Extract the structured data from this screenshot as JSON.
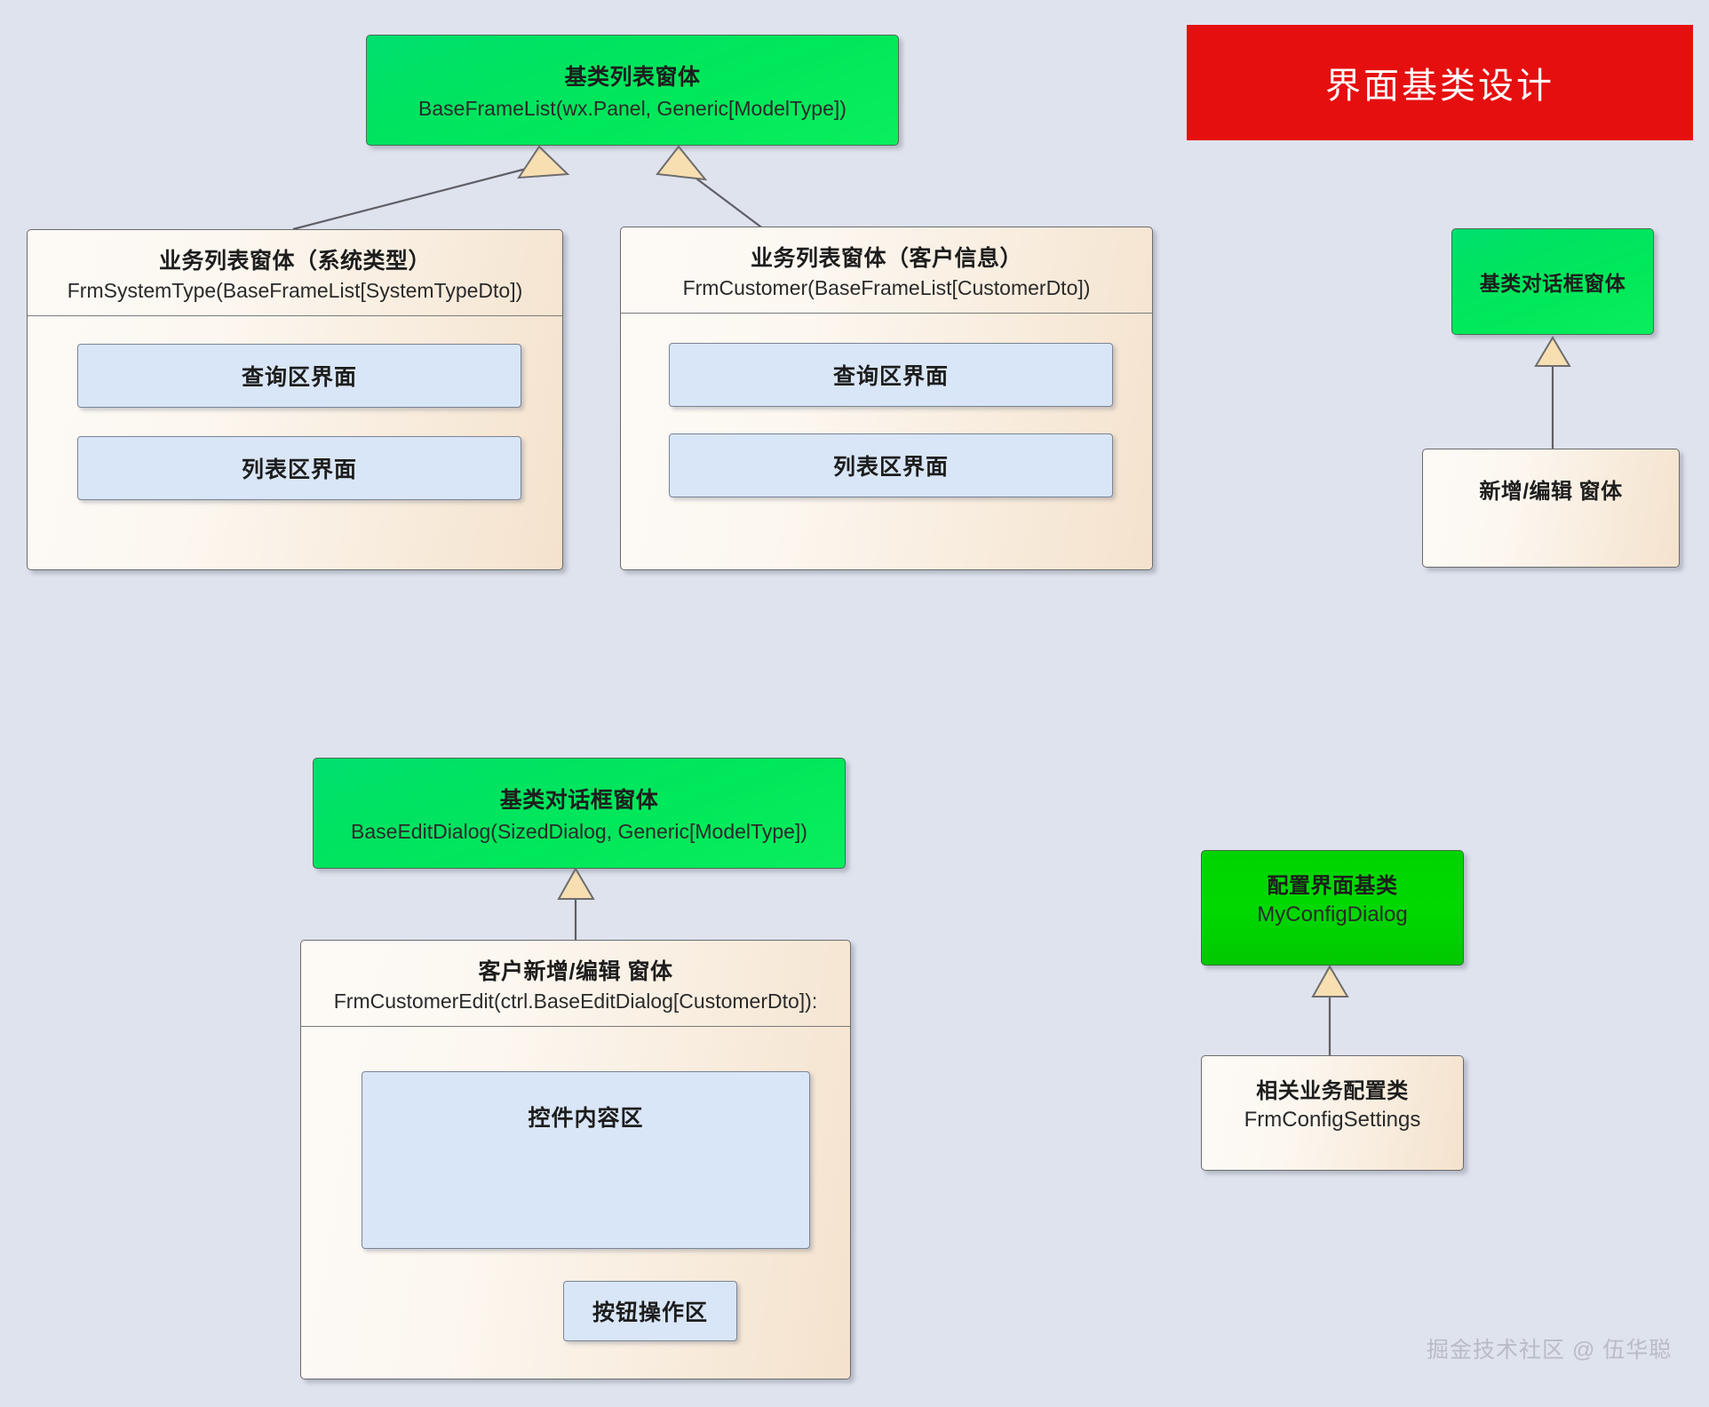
{
  "background_color": "#dfe3ee",
  "banner": {
    "text": "界面基类设计",
    "color": "#e60f0f",
    "text_color": "#ffffff"
  },
  "watermark": {
    "text": "掘金技术社区 @ 伍华聪"
  },
  "nodes": {
    "base_frame_list": {
      "title": "基类列表窗体",
      "sub": "BaseFrameList(wx.Panel, Generic[ModelType])",
      "style": "green"
    },
    "frm_system_type": {
      "title": "业务列表窗体（系统类型）",
      "sub": "FrmSystemType(BaseFrameList[SystemTypeDto])",
      "style": "cream",
      "compartments": [
        "查询区界面",
        "列表区界面"
      ]
    },
    "frm_customer": {
      "title": "业务列表窗体（客户信息）",
      "sub": "FrmCustomer(BaseFrameList[CustomerDto])",
      "style": "cream",
      "compartments": [
        "查询区界面",
        "列表区界面"
      ]
    },
    "base_dialog_right": {
      "title": "基类对话框窗体",
      "sub": "",
      "style": "green"
    },
    "add_edit_form": {
      "title": "新增/编辑 窗体",
      "sub": "",
      "style": "cream"
    },
    "base_edit_dialog": {
      "title": "基类对话框窗体",
      "sub": "BaseEditDialog(SizedDialog, Generic[ModelType])",
      "style": "green"
    },
    "frm_customer_edit": {
      "title": "客户新增/编辑 窗体",
      "sub": "FrmCustomerEdit(ctrl.BaseEditDialog[CustomerDto]):",
      "style": "cream",
      "compartments": [
        "控件内容区",
        "按钮操作区"
      ]
    },
    "my_config_dialog": {
      "title": "配置界面基类",
      "sub": "MyConfigDialog",
      "style": "green-bright"
    },
    "frm_config_settings": {
      "title": "相关业务配置类",
      "sub": "FrmConfigSettings",
      "style": "cream"
    }
  }
}
